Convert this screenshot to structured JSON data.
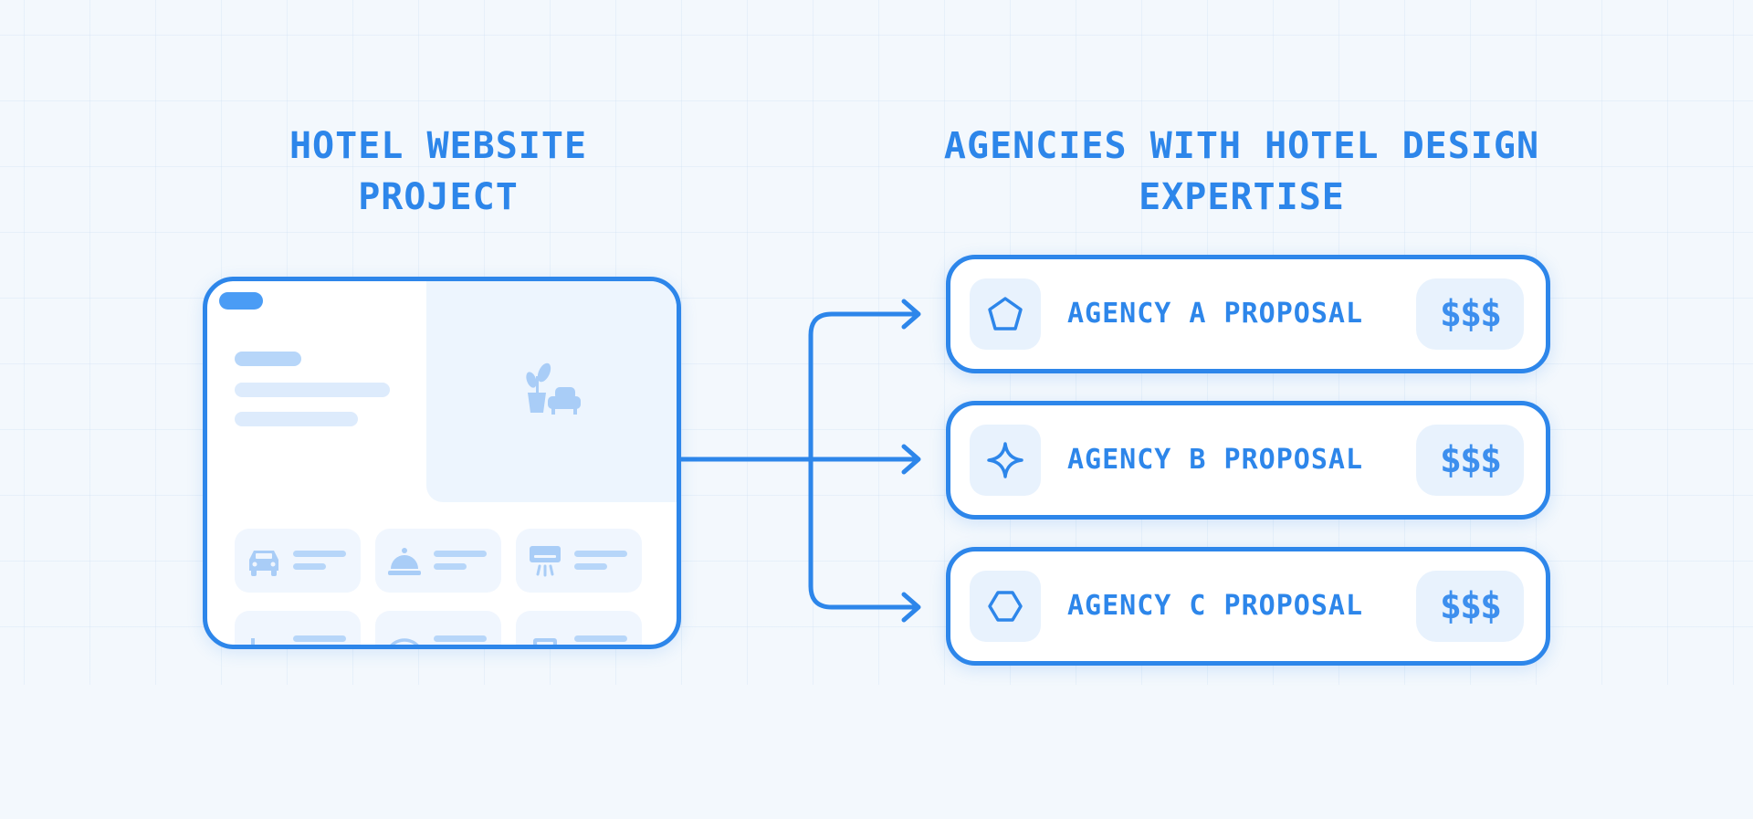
{
  "left_heading": {
    "line1": "HOTEL WEBSITE",
    "line2": "PROJECT"
  },
  "right_heading": {
    "line1": "AGENCIES WITH HOTEL DESIGN",
    "line2": "EXPERTISE"
  },
  "mock_site": {
    "hero_icon": "plant-and-armchair-icon",
    "amenity_icons": [
      "car-icon",
      "room-service-bell-icon",
      "air-conditioner-icon",
      "luggage-icon",
      "wifi-icon",
      "laundry-icon"
    ]
  },
  "agencies": [
    {
      "label": "AGENCY A PROPOSAL",
      "icon": "pentagon-icon",
      "price": "$$$"
    },
    {
      "label": "AGENCY B PROPOSAL",
      "icon": "four-point-star-icon",
      "price": "$$$"
    },
    {
      "label": "AGENCY C PROPOSAL",
      "icon": "hexagon-icon",
      "price": "$$$"
    }
  ],
  "colors": {
    "accent": "#2d86ea",
    "light_fill": "#e8f2fd",
    "background": "#f3f8fd"
  }
}
